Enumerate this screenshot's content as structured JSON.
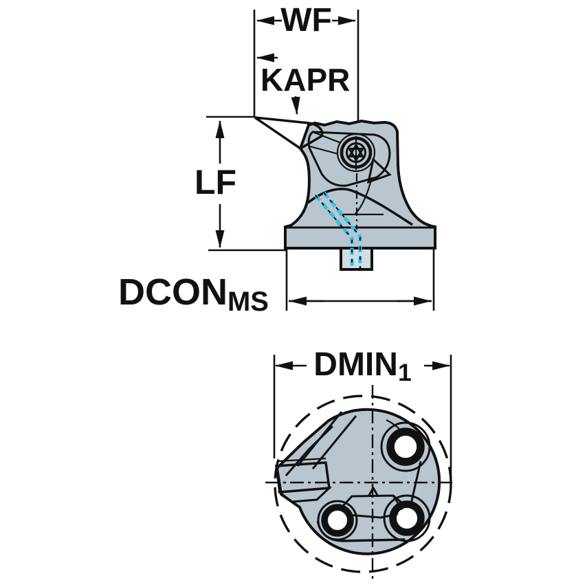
{
  "title": "Tool holder dimension drawing",
  "labels": {
    "wf": "WF",
    "kapr": "KAPR",
    "lf": "LF",
    "dcon_main": "DCON",
    "dcon_sub": "MS",
    "dmin_main": "DMIN",
    "dmin_sub": "1"
  },
  "colors": {
    "insert": "#fdc605",
    "body": "#b9c6d0",
    "flange": "#c2ced6",
    "tang": "#d3dce1",
    "coolant": "#2cc3ef",
    "line": "#111111",
    "background": "#ffffff"
  },
  "views": {
    "side_view": "side view of cutting head with insert, clamp screw and coolant channel",
    "bottom_view": "end view of coupling face with insert, screw holes and minimum-bore circle"
  }
}
